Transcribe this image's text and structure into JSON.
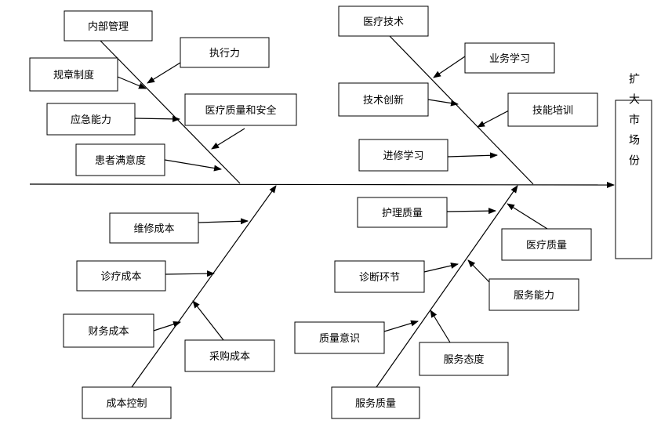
{
  "effect": {
    "label": "扩大市场份"
  },
  "categories": {
    "internal_management": "内部管理",
    "medical_technology": "医疗技术",
    "cost_control": "成本控制",
    "service_quality": "服务质量"
  },
  "causes": {
    "execution": "执行力",
    "rules_system": "规章制度",
    "medical_quality_safety": "医疗质量和安全",
    "emergency_ability": "应急能力",
    "patient_satisfaction": "患者满意度",
    "business_learning": "业务学习",
    "tech_innovation": "技术创新",
    "skill_training": "技能培训",
    "advanced_study": "进修学习",
    "maintenance_cost": "维修成本",
    "treatment_cost": "诊疗成本",
    "financial_cost": "财务成本",
    "procurement_cost": "采购成本",
    "nursing_quality": "护理质量",
    "medical_quality": "医疗质量",
    "diagnosis_link": "诊断环节",
    "service_ability": "服务能力",
    "quality_awareness": "质量意识",
    "service_attitude": "服务态度"
  }
}
